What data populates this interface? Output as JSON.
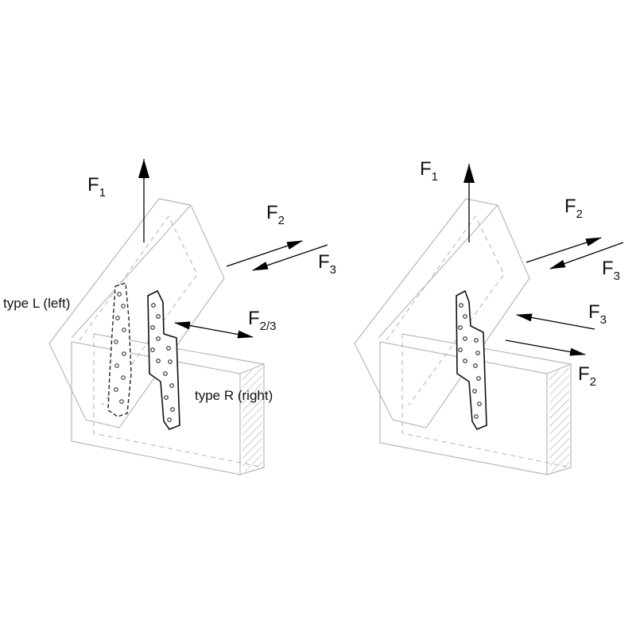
{
  "left": {
    "f1": {
      "main": "F",
      "sub": "1"
    },
    "f2": {
      "main": "F",
      "sub": "2"
    },
    "f3": {
      "main": "F",
      "sub": "3"
    },
    "f23": {
      "main": "F",
      "sub": "2/3"
    },
    "type_l_label": "type L (left)",
    "type_r_label": "type R (right)"
  },
  "right": {
    "f1": {
      "main": "F",
      "sub": "1"
    },
    "f2_upper": {
      "main": "F",
      "sub": "2"
    },
    "f3_upper": {
      "main": "F",
      "sub": "3"
    },
    "f3_lower": {
      "main": "F",
      "sub": "3"
    },
    "f2_lower": {
      "main": "F",
      "sub": "2"
    }
  },
  "colors": {
    "line": "#b8b8b8",
    "ink": "#111111"
  }
}
